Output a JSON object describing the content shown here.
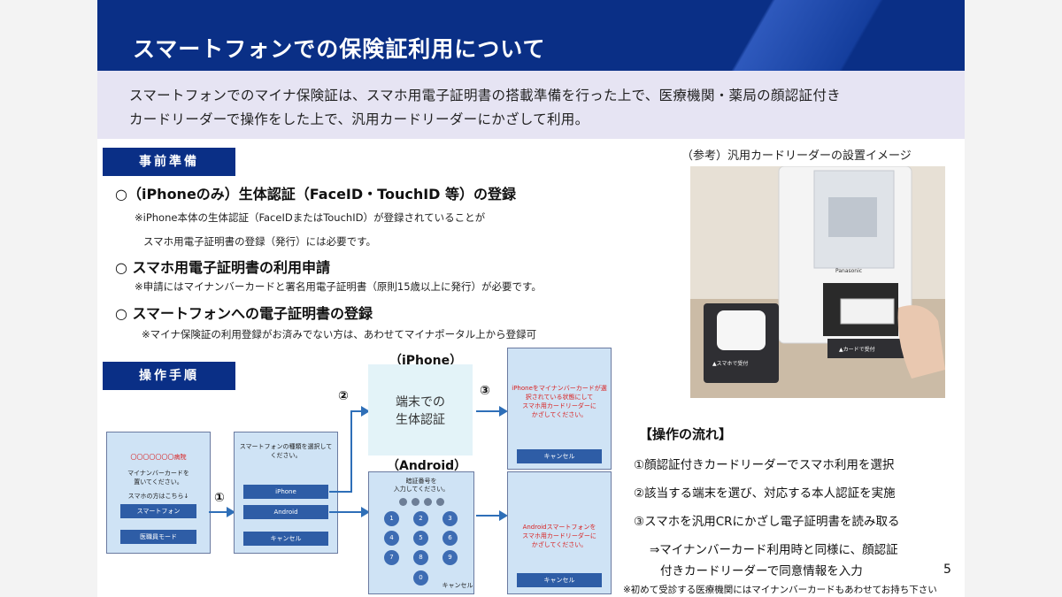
{
  "header": {
    "title": "スマートフォンでの保険証利用について"
  },
  "summary": {
    "line1": "スマートフォンでのマイナ保険証は、スマホ用電子証明書の搭載準備を行った上で、医療機関・薬局の顔認証付き",
    "line2": "カードリーダーで操作をした上で、汎用カードリーダーにかざして利用。"
  },
  "prep": {
    "label": "事前準備",
    "item1": {
      "title": "○（iPhoneのみ）生体認証（FaceID・TouchID 等）の登録",
      "note1": "※iPhone本体の生体認証（FaceIDまたはTouchID）が登録されていることが",
      "note2": "スマホ用電子証明書の登録（発行）には必要です。"
    },
    "item2": {
      "title": "○ スマホ用電子証明書の利用申請",
      "note": "※申請にはマイナンバーカードと署名用電子証明書（原則15歳以上に発行）が必要です。"
    },
    "item3": {
      "title": "○ スマートフォンへの電子証明書の登録",
      "note": "※マイナ保険証の利用登録がお済みでない方は、あわせてマイナポータル上から登録可"
    }
  },
  "photo": {
    "caption": "（参考）汎用カードリーダーの設置イメージ",
    "brand": "Panasonic",
    "sign_left": "▲スマホで受付",
    "sign_right": "▲カードで受付"
  },
  "ops": {
    "label": "操作手順",
    "step1": "①",
    "step2": "②",
    "step3": "③",
    "screen1": {
      "hospital": "〇〇〇〇〇〇〇病院",
      "msg1": "マイナンバーカードを",
      "msg2": "置いてください。",
      "msg3": "スマホの方はこちら↓",
      "btn_smartphone": "スマートフォン",
      "btn_staff": "医職員モード"
    },
    "screen2": {
      "msg1": "スマートフォンの種類を選択して",
      "msg2": "ください。",
      "btn_iphone": "iPhone",
      "btn_android": "Android",
      "btn_cancel": "キャンセル"
    },
    "iphone": {
      "label": "（iPhone）",
      "auth_line1": "端末での",
      "auth_line2": "生体認証"
    },
    "android": {
      "label": "（Android）",
      "pin1": "暗証番号を",
      "pin2": "入力してください。",
      "keys": [
        "1",
        "2",
        "3",
        "4",
        "5",
        "6",
        "7",
        "8",
        "9",
        "0"
      ],
      "cancel": "キャンセル"
    },
    "screen_iphone_done": {
      "l1": "iPhoneをマイナンバーカードが選",
      "l2": "択されている状態にして",
      "l3": "スマホ用カードリーダーに",
      "l4": "かざしてください。",
      "btn_cancel": "キャンセル"
    },
    "screen_android_done": {
      "l1": "Androidスマートフォンを",
      "l2": "スマホ用カードリーダーに",
      "l3": "かざしてください。",
      "btn_cancel": "キャンセル"
    }
  },
  "flow": {
    "title": "【操作の流れ】",
    "steps": [
      "①顔認証付きカードリーダーでスマホ利用を選択",
      "②該当する端末を選び、対応する本人認証を実施",
      "③スマホを汎用CRにかざし電子証明書を読み取る"
    ],
    "note1": "⇒マイナンバーカード利用時と同様に、顔認証",
    "note2": "付きカードリーダーで同意情報を入力"
  },
  "footer": {
    "page": "5",
    "note": "※初めて受診する医療機関にはマイナンバーカードもあわせてお持ち下さい"
  }
}
